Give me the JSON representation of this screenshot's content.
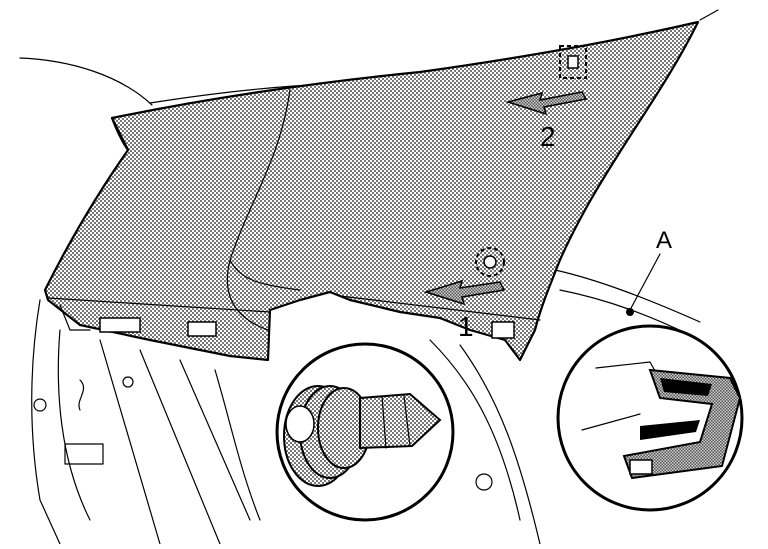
{
  "callouts": {
    "step_1": "1",
    "step_2": "2",
    "part_a": "A"
  },
  "colors": {
    "ink": "#000000",
    "paper": "#ffffff",
    "hatch": "#8a8a8a"
  }
}
